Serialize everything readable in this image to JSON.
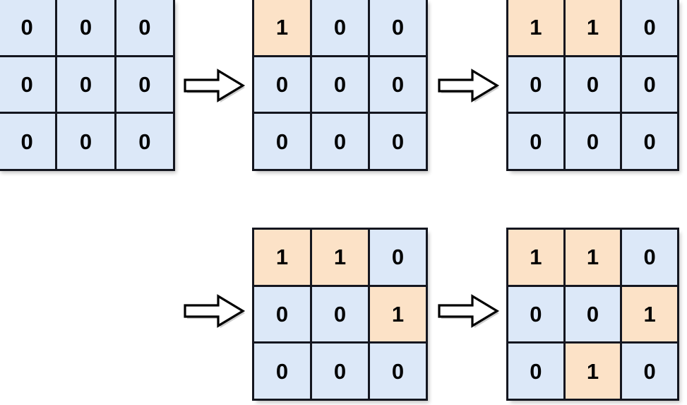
{
  "figure": {
    "type": "sequence-of-binary-grids",
    "grid_rows": 3,
    "grid_cols": 3,
    "colors": {
      "zero_cell": "#dce8f8",
      "one_cell": "#fce2c7",
      "border": "#14161f",
      "digit": "#000000",
      "background": "#ffffff",
      "arrow_fill": "#ffffff",
      "arrow_stroke": "#000000"
    },
    "arrow_icon_name": "right-block-arrow",
    "steps": [
      {
        "index": 1,
        "name": "grid-step-1",
        "cells": [
          [
            "0",
            "0",
            "0"
          ],
          [
            "0",
            "0",
            "0"
          ],
          [
            "0",
            "0",
            "0"
          ]
        ],
        "highlighted": [
          [
            false,
            false,
            false
          ],
          [
            false,
            false,
            false
          ],
          [
            false,
            false,
            false
          ]
        ]
      },
      {
        "index": 2,
        "name": "grid-step-2",
        "cells": [
          [
            "1",
            "0",
            "0"
          ],
          [
            "0",
            "0",
            "0"
          ],
          [
            "0",
            "0",
            "0"
          ]
        ],
        "highlighted": [
          [
            true,
            false,
            false
          ],
          [
            false,
            false,
            false
          ],
          [
            false,
            false,
            false
          ]
        ]
      },
      {
        "index": 3,
        "name": "grid-step-3",
        "cells": [
          [
            "1",
            "1",
            "0"
          ],
          [
            "0",
            "0",
            "0"
          ],
          [
            "0",
            "0",
            "0"
          ]
        ],
        "highlighted": [
          [
            true,
            true,
            false
          ],
          [
            false,
            false,
            false
          ],
          [
            false,
            false,
            false
          ]
        ]
      },
      {
        "index": 4,
        "name": "grid-step-4",
        "cells": [
          [
            "1",
            "1",
            "0"
          ],
          [
            "0",
            "0",
            "1"
          ],
          [
            "0",
            "0",
            "0"
          ]
        ],
        "highlighted": [
          [
            true,
            true,
            false
          ],
          [
            false,
            false,
            true
          ],
          [
            false,
            false,
            false
          ]
        ]
      },
      {
        "index": 5,
        "name": "grid-step-5",
        "cells": [
          [
            "1",
            "1",
            "0"
          ],
          [
            "0",
            "0",
            "1"
          ],
          [
            "0",
            "1",
            "0"
          ]
        ],
        "highlighted": [
          [
            true,
            true,
            false
          ],
          [
            false,
            false,
            true
          ],
          [
            false,
            true,
            false
          ]
        ]
      }
    ],
    "arrows": [
      {
        "index": 1,
        "name": "transition-arrow-1",
        "from_step": 1,
        "to_step": 2
      },
      {
        "index": 2,
        "name": "transition-arrow-2",
        "from_step": 2,
        "to_step": 3
      },
      {
        "index": 3,
        "name": "transition-arrow-3",
        "from_step": 3,
        "to_step": 4
      },
      {
        "index": 4,
        "name": "transition-arrow-4",
        "from_step": 4,
        "to_step": 5
      }
    ]
  }
}
